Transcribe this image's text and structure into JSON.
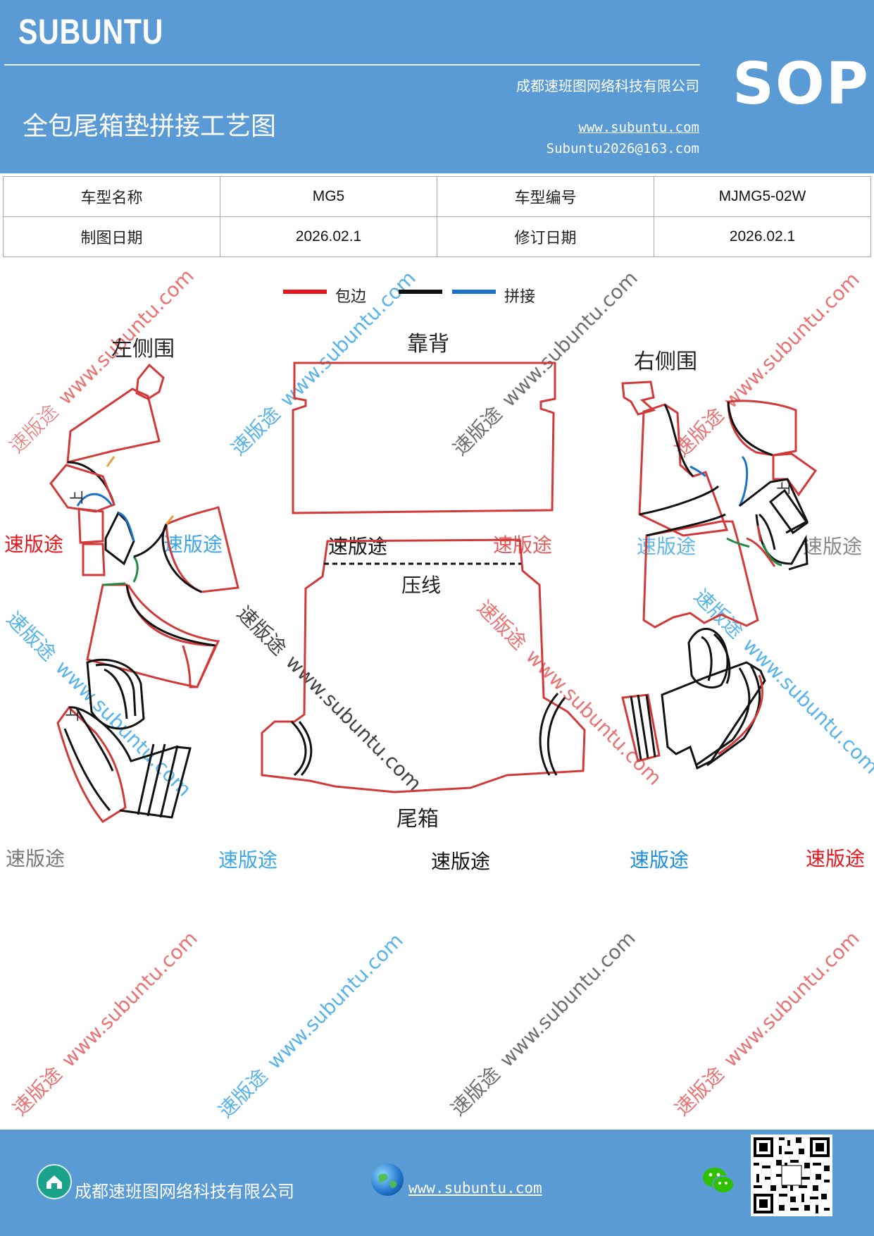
{
  "header": {
    "logo": "SUBUNTU",
    "company": "成都速班图网络科技有限公司",
    "badge": "SOP",
    "title": "全包尾箱垫拼接工艺图",
    "website": "www.subuntu.com",
    "email": "Subuntu2026@163.com"
  },
  "info_table": {
    "model_name_label": "车型名称",
    "model_name_value": "MG5",
    "model_code_label": "车型编号",
    "model_code_value": "MJMG5-02W",
    "draw_date_label": "制图日期",
    "draw_date_value": "2026.02.1",
    "revise_date_label": "修订日期",
    "revise_date_value": "2026.02.1"
  },
  "legend": {
    "wrap_label": "包边",
    "splice_label": "拼接",
    "colors": {
      "wrap": "#e8141c",
      "black": "#111111",
      "splice": "#1a73c8"
    }
  },
  "pieces": {
    "left_side": "左侧围",
    "backrest": "靠背",
    "right_side": "右侧围",
    "press_line": "压线",
    "trunk": "尾箱",
    "up_mark": "上"
  },
  "watermarks": {
    "brand": "速版途",
    "url": "www.subuntu.com",
    "colors": [
      "#e8141c",
      "#3aa6e8",
      "#111111",
      "#888888"
    ]
  },
  "footer": {
    "company": "成都速班图网络科技有限公司",
    "website": "www.subuntu.com",
    "icons": [
      "house-icon",
      "globe-icon",
      "wechat-icon",
      "qr-code"
    ]
  },
  "colors": {
    "header_bg": "#5b9bd5",
    "outline_red": "#d23a3a"
  }
}
